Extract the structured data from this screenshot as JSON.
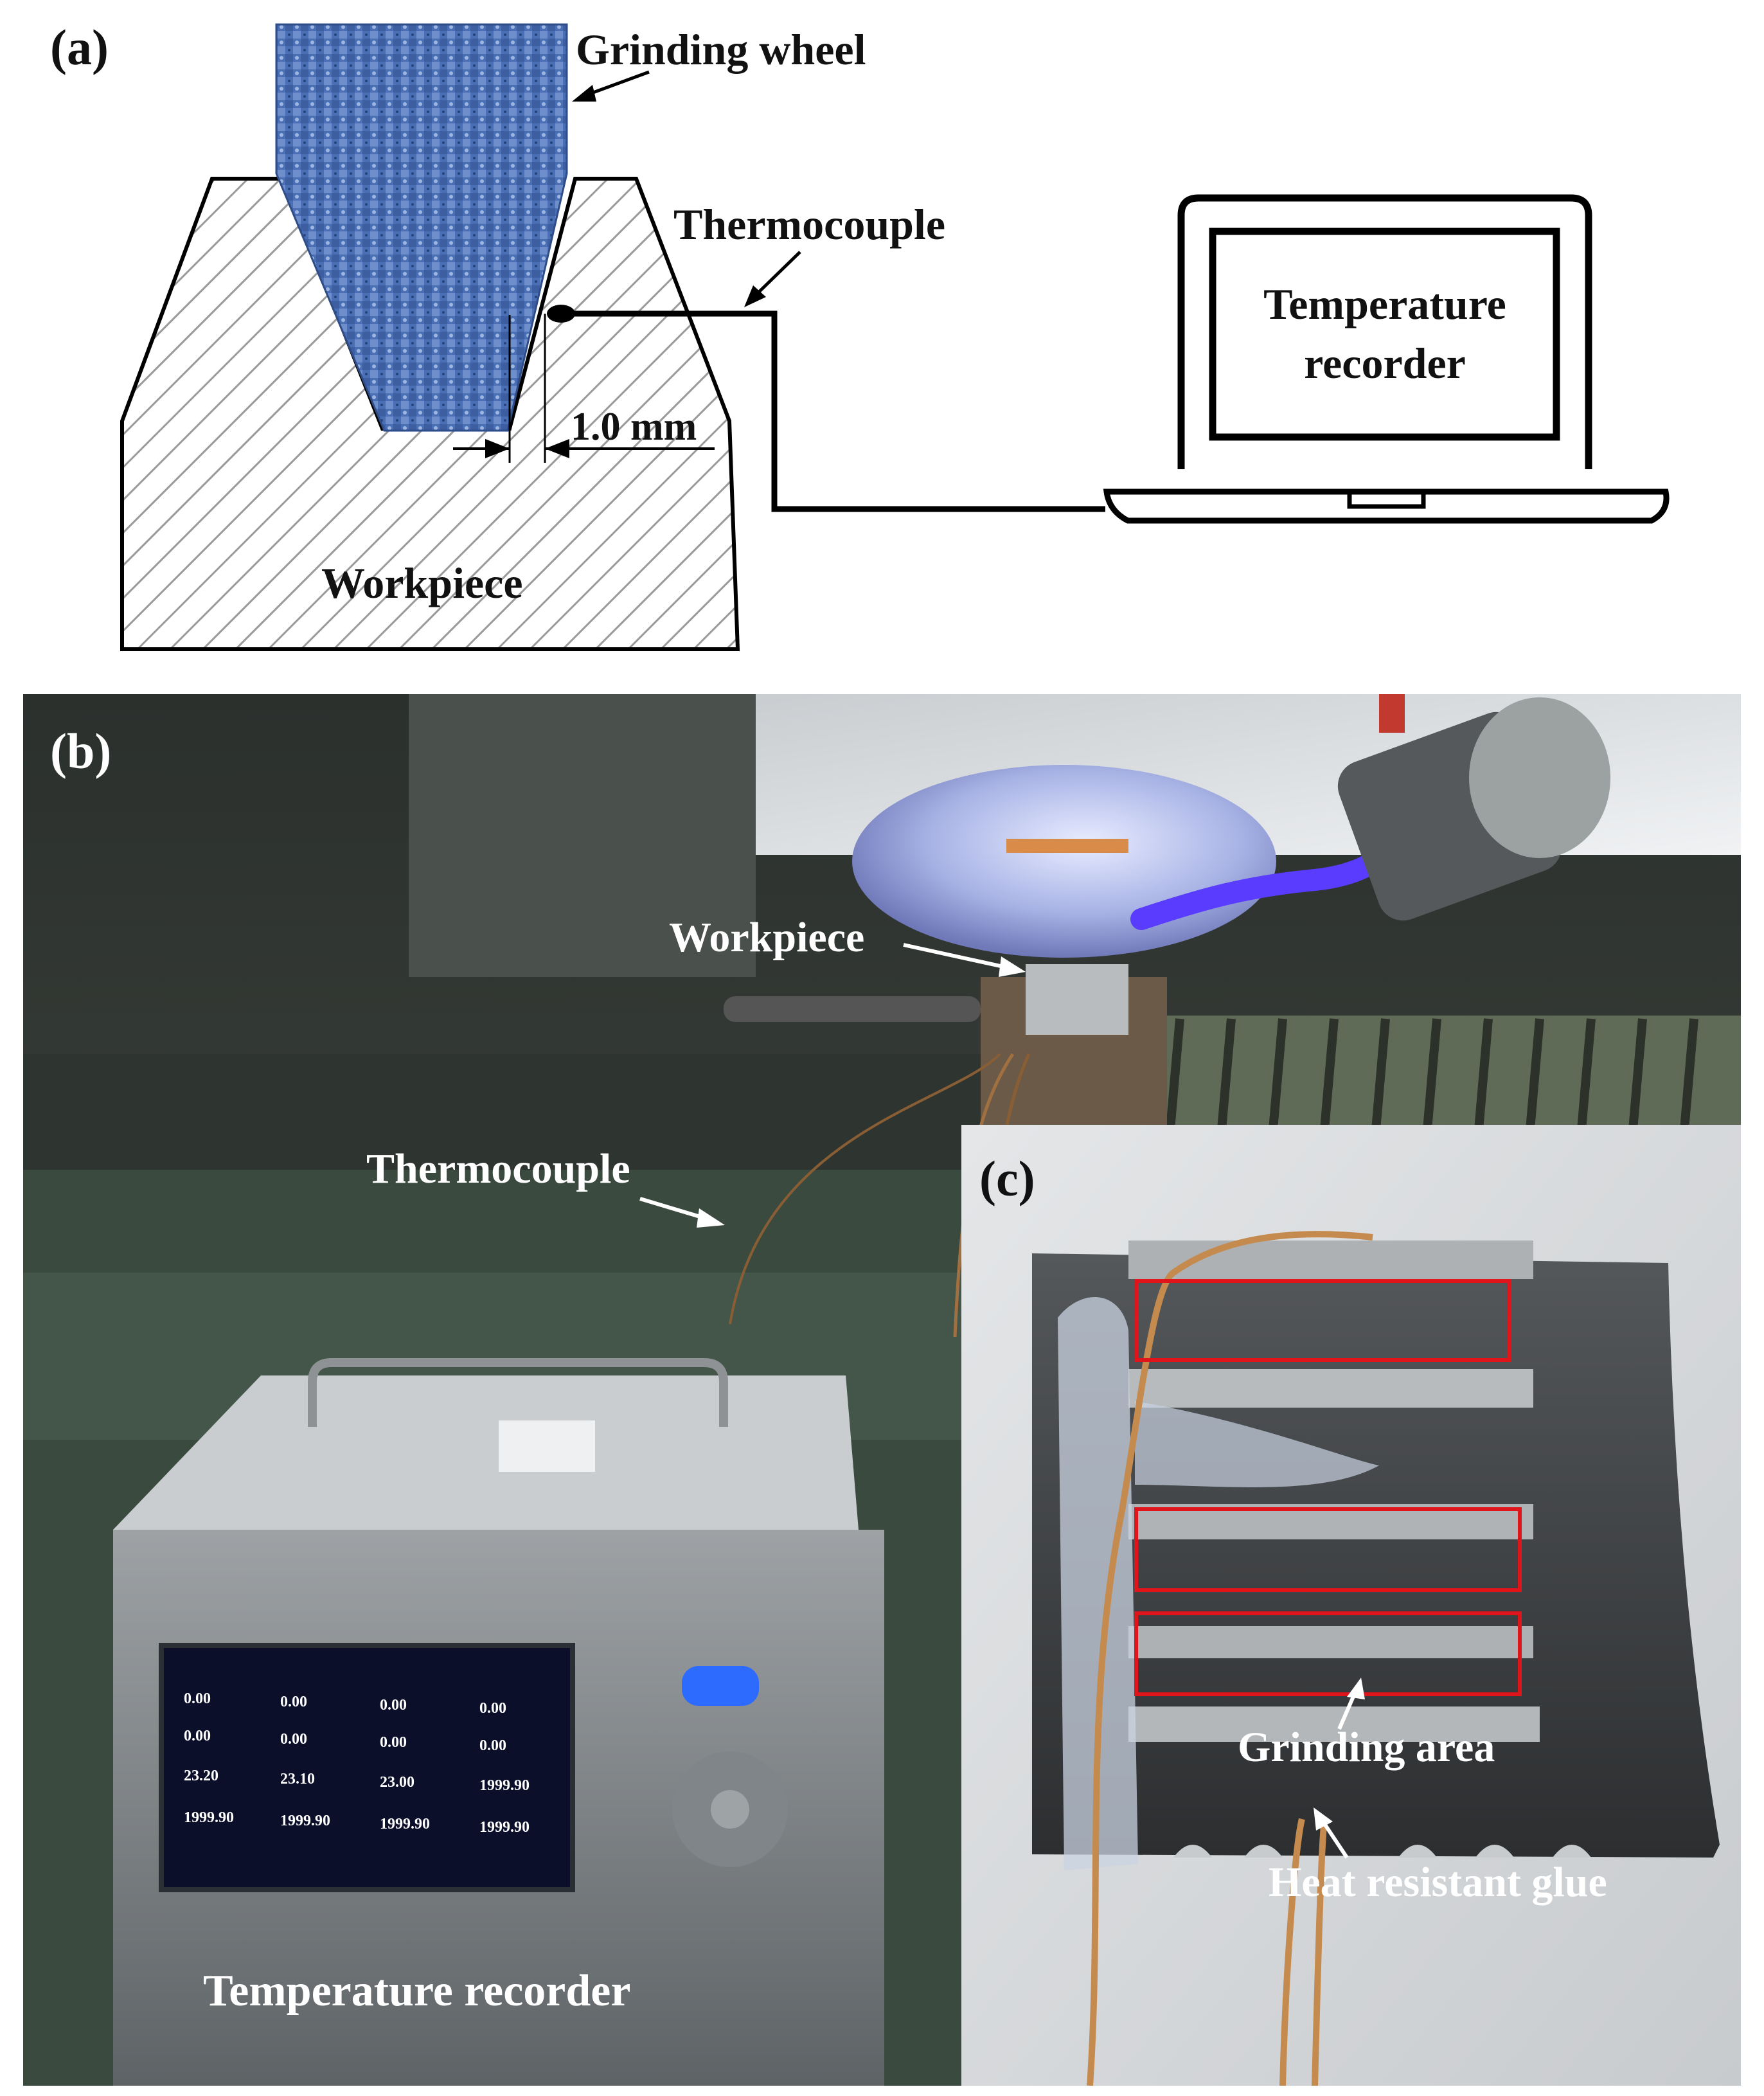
{
  "panel_a": {
    "label": "(a)",
    "grinding_wheel": "Grinding wheel",
    "thermocouple": "Thermocouple",
    "distance": "1.0 mm",
    "workpiece": "Workpiece",
    "recorder_line1": "Temperature",
    "recorder_line2": "recorder"
  },
  "panel_b": {
    "label": "(b)",
    "workpiece": "Workpiece",
    "thermocouple": "Thermocouple",
    "recorder": "Temperature recorder",
    "screen_values": [
      "0.00",
      "0.00",
      "0.00",
      "0.00",
      "0.00",
      "0.00",
      "0.00",
      "0.00",
      "23.20",
      "23.10",
      "23.00",
      "1999.90",
      "1999.90",
      "1999.90",
      "1999.90",
      "1999.90"
    ]
  },
  "panel_c": {
    "label": "(c)",
    "grinding_area": "Grinding area",
    "glue": "Heat resistant glue"
  },
  "colors": {
    "wheel": "#4a6fb5",
    "hatch": "#9a9a9a",
    "highlight_box": "#e0141b",
    "recorder_blue": "#2d6bff"
  }
}
